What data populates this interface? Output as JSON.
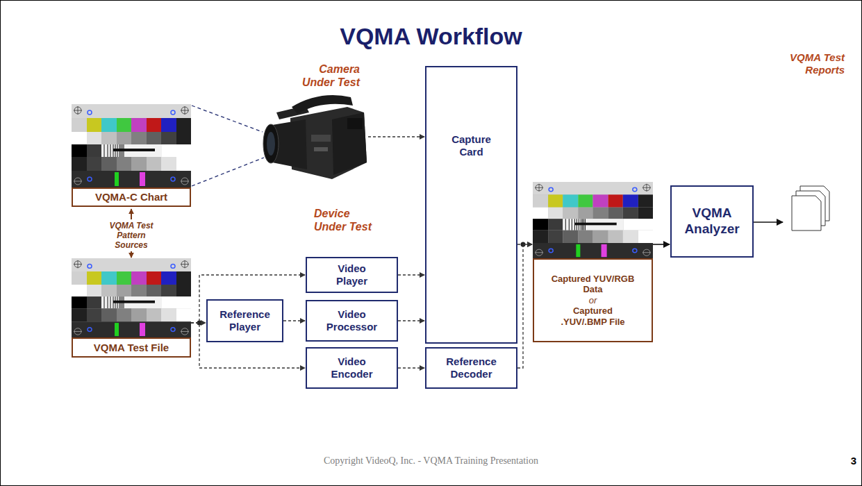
{
  "diagram": {
    "title": "VQMA Workflow",
    "nodes": [
      {
        "text": [
          "Camera Under Test"
        ]
      },
      {
        "text": [
          "VQMA-C Chart"
        ]
      },
      {
        "text": [
          "VQMA Test File"
        ]
      },
      {
        "text": [
          "Reference Player"
        ]
      },
      {
        "text": [
          "Video Player"
        ]
      },
      {
        "text": [
          "Video Processor"
        ]
      },
      {
        "text": [
          "Video Encoder"
        ]
      },
      {
        "text": [
          "Capture Card"
        ]
      },
      {
        "text": [
          "Reference Decoder"
        ]
      },
      {
        "text": [
          "Captured YUV/RGB Data",
          "or",
          "Captured .YUV/.BMP File"
        ]
      },
      {
        "text": [
          "VQMA Analyzer"
        ]
      },
      {
        "text": [
          "VQMA Test Reports"
        ]
      }
    ],
    "edges": [
      {
        "from": 0,
        "to": 7,
        "arrow": "to"
      },
      {
        "from": 2,
        "to": 4,
        "arrow": "to"
      },
      {
        "from": 2,
        "to": 3,
        "arrow": "to"
      },
      {
        "from": 2,
        "to": 6,
        "arrow": "to"
      },
      {
        "from": 3,
        "to": 5,
        "arrow": "to"
      },
      {
        "from": 4,
        "to": 7,
        "arrow": "to"
      },
      {
        "from": 5,
        "to": 7,
        "arrow": "to"
      },
      {
        "from": 6,
        "to": 8,
        "arrow": "to"
      },
      {
        "from": 7,
        "to": 9,
        "arrow": "to"
      },
      {
        "from": 8,
        "to": 9,
        "arrow": "to"
      },
      {
        "from": 9,
        "to": 10,
        "arrow": "to"
      },
      {
        "from": 10,
        "to": 11,
        "arrow": "to"
      }
    ],
    "labels": [
      "VQMA Test Pattern Sources",
      "Device Under Test",
      "Copyright VideoQ, Inc. - VQMA Training Presentation",
      "3"
    ]
  }
}
